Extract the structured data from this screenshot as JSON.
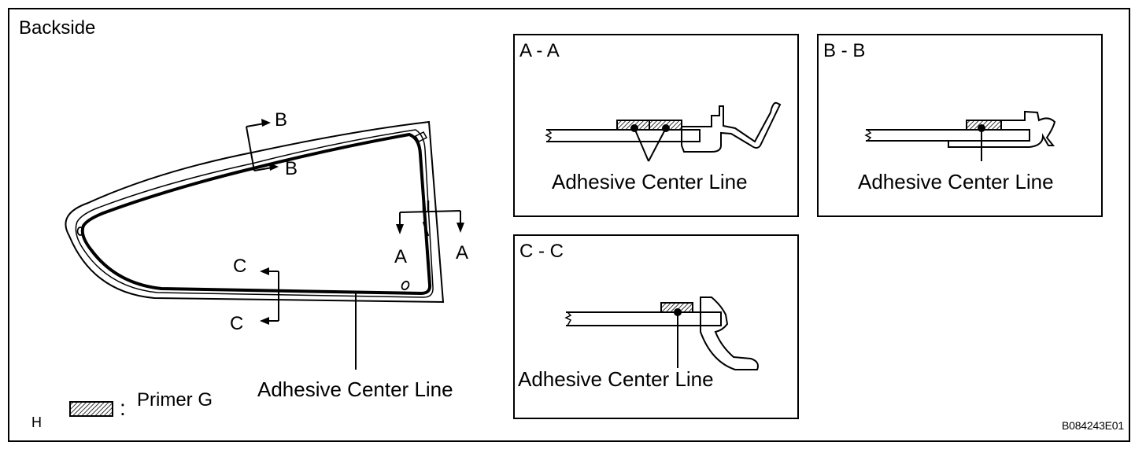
{
  "main": {
    "title": "Backside",
    "adhesive_label": "Adhesive Center Line",
    "markers": {
      "b_top": "B",
      "b_bottom": "B",
      "a_left": "A",
      "a_right": "A",
      "c_top": "C",
      "c_bottom": "C"
    }
  },
  "legend": {
    "colon": ":",
    "label": "Primer G"
  },
  "footer": {
    "left_code": "H",
    "figure_code": "B084243E01"
  },
  "sections": {
    "aa": {
      "title": "A - A",
      "adhesive_label": "Adhesive Center Line"
    },
    "bb": {
      "title": "B - B",
      "adhesive_label": "Adhesive Center Line"
    },
    "cc": {
      "title": "C - C",
      "adhesive_label": "Adhesive Center Line"
    }
  }
}
